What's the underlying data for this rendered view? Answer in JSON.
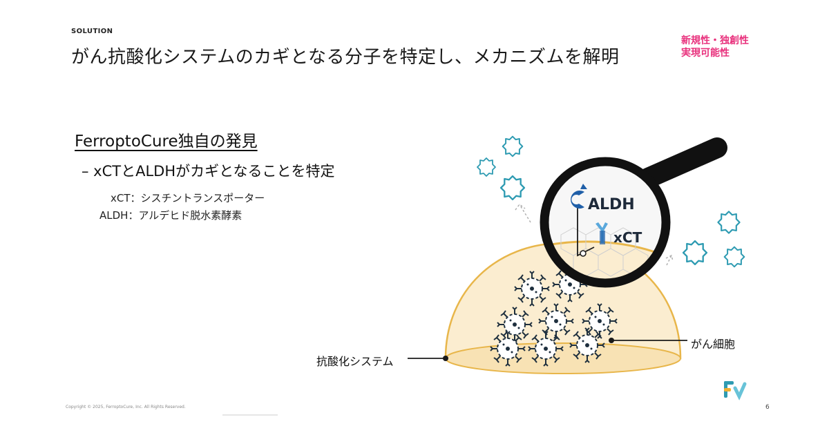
{
  "header": {
    "section_label": "SOLUTION",
    "title": "がん抗酸化システムのカギとなる分子を特定し、メカニズムを解明",
    "tags": [
      "新規性・独創性",
      "実現可能性"
    ]
  },
  "body": {
    "heading": "FerroptoCure独自の発見",
    "bullet": "– xCTとALDHがカギとなることを特定",
    "definitions": [
      "xCT：シスチントランスポーター",
      "ALDH：アルデヒド脱水素酵素"
    ]
  },
  "illustration": {
    "magnifier_labels": [
      "ALDH",
      "xCT"
    ],
    "callouts": {
      "cancer_cell": "がん細胞",
      "antioxidant_system": "抗酸化システム"
    }
  },
  "footer": {
    "copyright": "Copyright © 2025, FerroptoCure, Inc. All Rights Reserved.",
    "page_number": "6"
  },
  "colors": {
    "tag": "#e8307c",
    "dome_fill": "#fbedd0",
    "dome_stroke": "#e8b64a",
    "cell_dark": "#1e2f3e",
    "ros_blue": "#2e9bb2",
    "aldh_blue": "#1f5fa8",
    "xct_light": "#5aa8dc"
  }
}
